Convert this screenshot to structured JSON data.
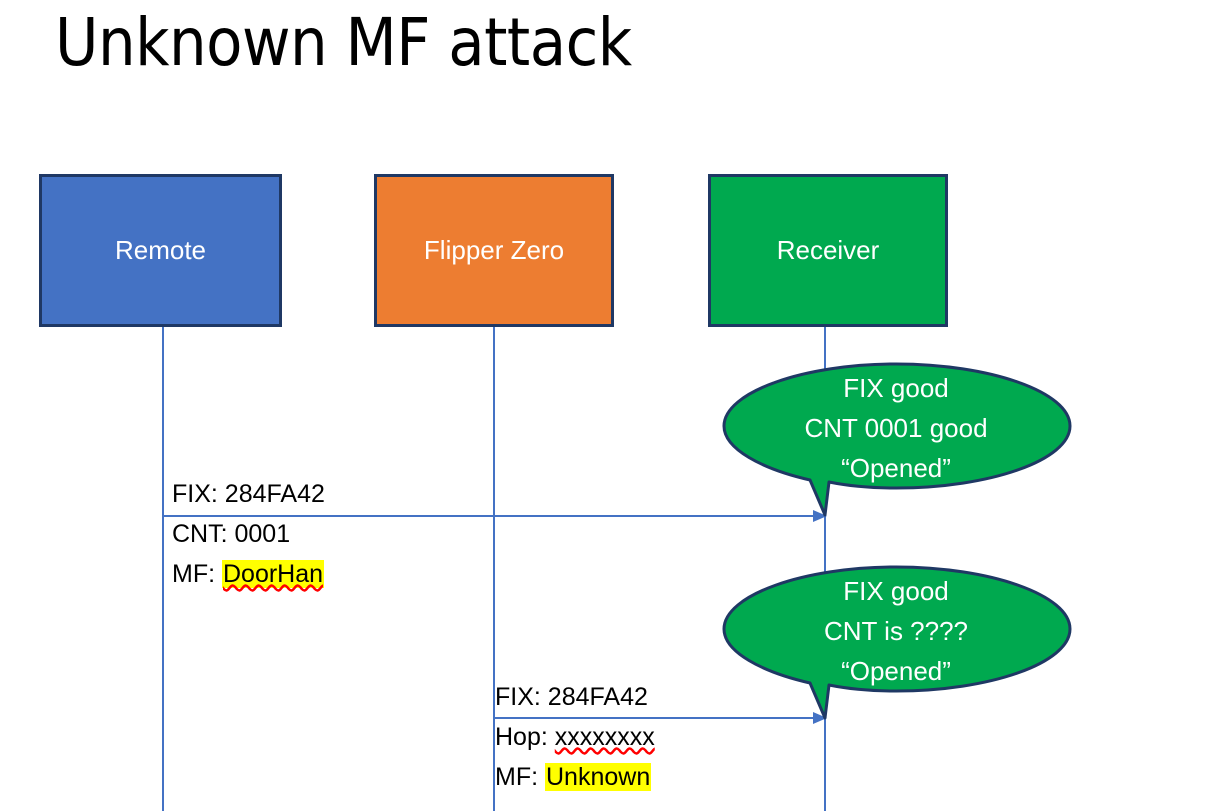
{
  "slide": {
    "title": "Unknown MF attack",
    "background": "#FFFFFF"
  },
  "colors": {
    "remote_fill": "#4472C4",
    "flipper_fill": "#ED7D31",
    "receiver_fill": "#00A94F",
    "box_border": "#1F3864",
    "lifeline": "#4472C4",
    "arrow": "#4472C4",
    "bubble_fill": "#00A94F",
    "bubble_border": "#1F3864",
    "highlight": "#FFFF00",
    "spellcheck_underline": "#FF0000",
    "text_dark": "#000000",
    "text_light": "#FFFFFF"
  },
  "actors": [
    {
      "id": "remote",
      "label": "Remote"
    },
    {
      "id": "flipper",
      "label": "Flipper Zero"
    },
    {
      "id": "receiver",
      "label": "Receiver"
    }
  ],
  "messages": [
    {
      "id": "message-1",
      "from": "remote",
      "to": "receiver",
      "lines": [
        {
          "prefix": "FIX: ",
          "value": "284FA42",
          "highlighted": false,
          "spellcheck_error": false
        },
        {
          "prefix": "CNT: ",
          "value": "0001",
          "highlighted": false,
          "spellcheck_error": false
        },
        {
          "prefix": "MF: ",
          "value": "DoorHan",
          "highlighted": true,
          "spellcheck_error": true
        }
      ]
    },
    {
      "id": "message-2",
      "from": "flipper",
      "to": "receiver",
      "lines": [
        {
          "prefix": "FIX: ",
          "value": "284FA42",
          "highlighted": false,
          "spellcheck_error": false
        },
        {
          "prefix": "Hop: ",
          "value": "xxxxxxxx",
          "highlighted": false,
          "spellcheck_error": true
        },
        {
          "prefix": "MF: ",
          "value": "Unknown",
          "highlighted": true,
          "spellcheck_error": false
        }
      ]
    }
  ],
  "callouts": [
    {
      "id": "callout-1",
      "line1": "FIX good",
      "line2": "CNT 0001 good",
      "line3": "“Opened”"
    },
    {
      "id": "callout-2",
      "line1": "FIX good",
      "line2": "CNT is ????",
      "line3": "“Opened”"
    }
  ]
}
